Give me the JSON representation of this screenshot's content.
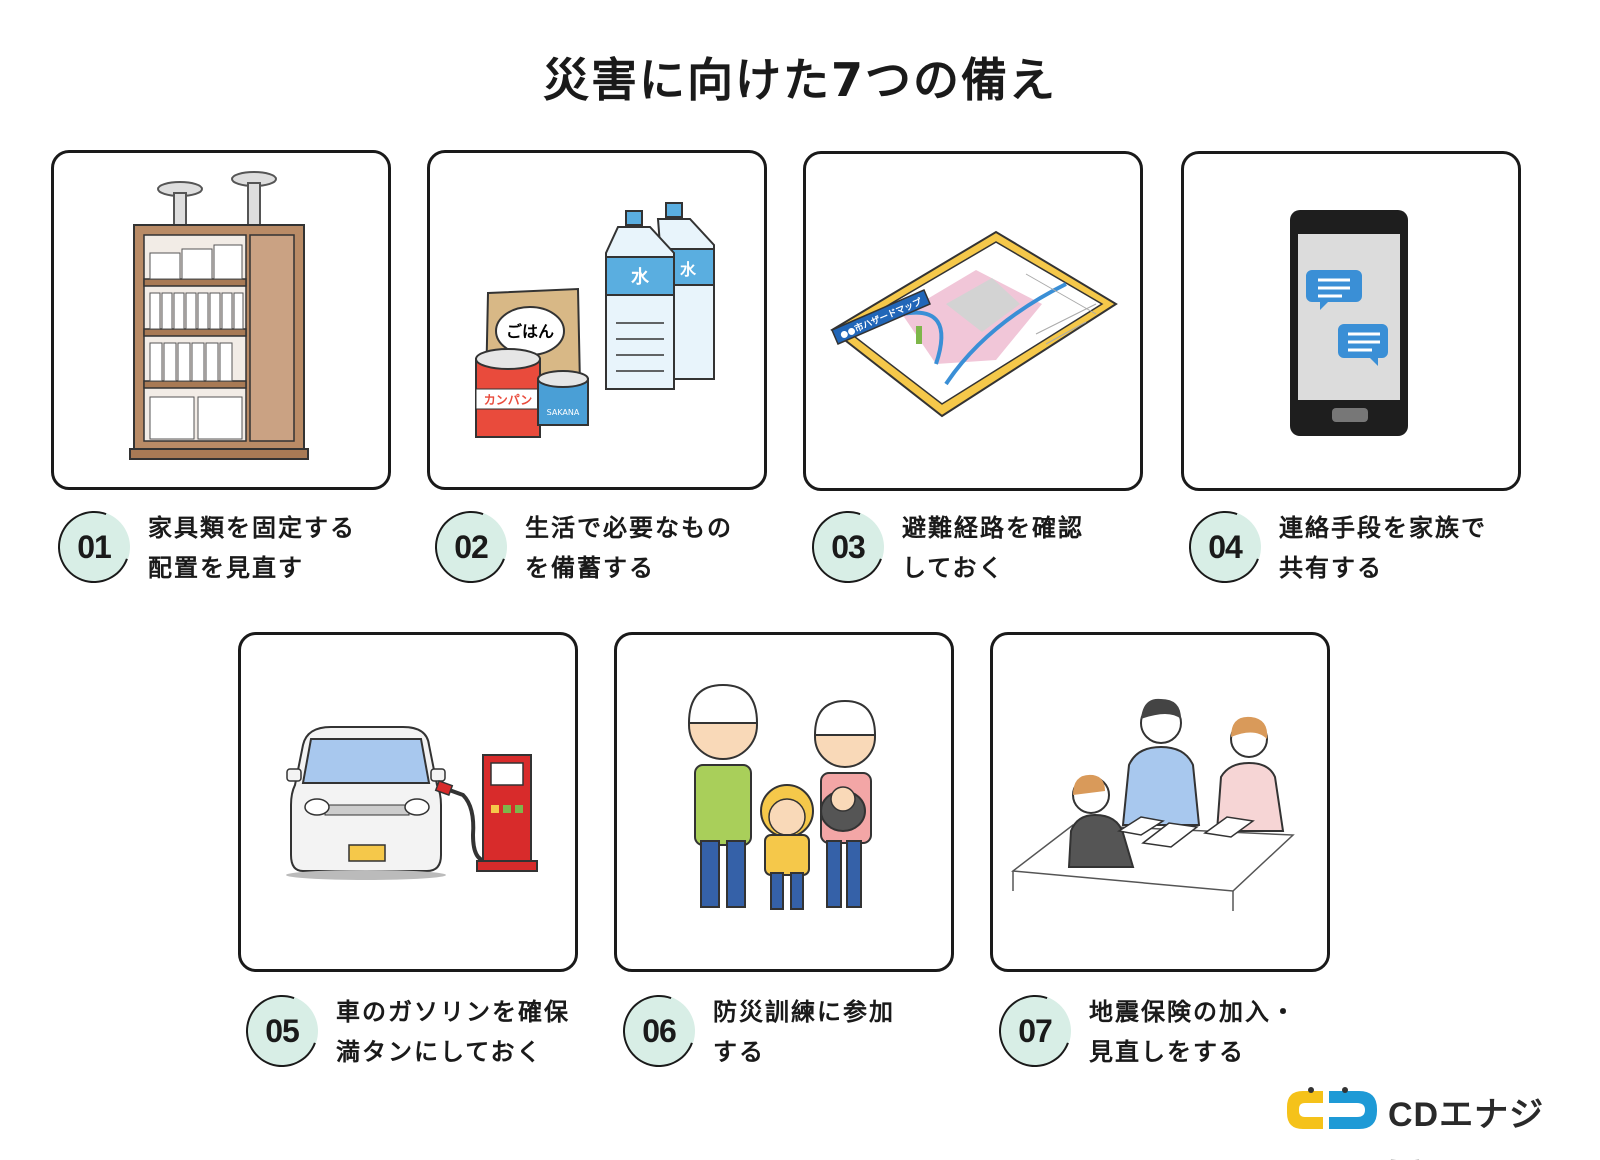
{
  "title": "災害に向けた7つの備え",
  "items": [
    {
      "number": "01",
      "lines": [
        "家具類を固定する",
        "配置を見直す"
      ],
      "icon": "bookshelf-icon"
    },
    {
      "number": "02",
      "lines": [
        "生活で必要なもの",
        "を備蓄する"
      ],
      "icon": "emergency-supplies-icon",
      "labels": {
        "rice": "ごはん",
        "can": "カンパン",
        "water": "水",
        "fish_can": "SAKANA"
      }
    },
    {
      "number": "03",
      "lines": [
        "避難経路を確認",
        "しておく"
      ],
      "icon": "hazard-map-icon",
      "labels": {
        "map_ribbon": "●●市ハザードマップ"
      }
    },
    {
      "number": "04",
      "lines": [
        "連絡手段を家族で",
        "共有する"
      ],
      "icon": "smartphone-icon"
    },
    {
      "number": "05",
      "lines": [
        "車のガソリンを確保",
        "満タンにしておく"
      ],
      "icon": "car-gas-station-icon"
    },
    {
      "number": "06",
      "lines": [
        "防災訓練に参加",
        "する"
      ],
      "icon": "family-drill-icon"
    },
    {
      "number": "07",
      "lines": [
        "地震保険の加入・",
        "見直しをする"
      ],
      "icon": "insurance-consultation-icon"
    }
  ],
  "logo": {
    "text": "CDエナジー",
    "icon": "cd-energy-logo-icon"
  },
  "colors": {
    "number_bg": "#d8eee6",
    "wood": "#b98b66",
    "water_blue": "#5aaee0",
    "map_yellow": "#f5c84a",
    "pump_red": "#d82b2b",
    "logo_yellow": "#f5c21a",
    "logo_blue": "#1e9ad6"
  }
}
